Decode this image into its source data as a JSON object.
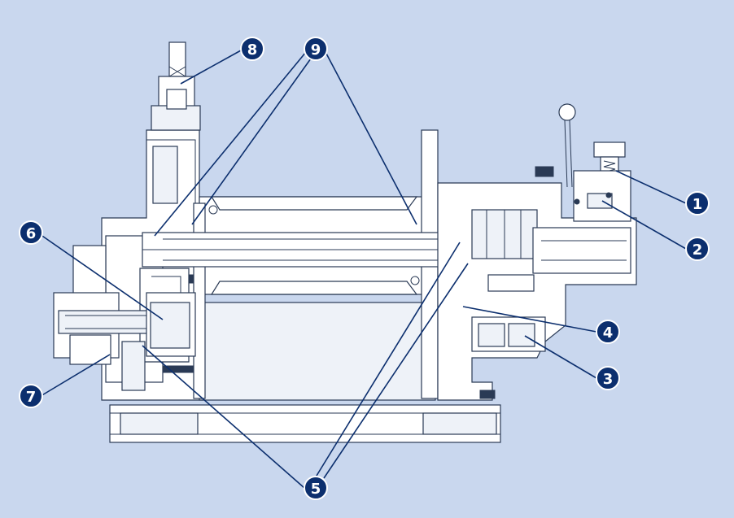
{
  "diagram": {
    "colors": {
      "background": "#c9d7ee",
      "callout_fill": "#0c2f6e",
      "callout_text": "#ffffff",
      "line": "#2a3a55",
      "part_fill": "#ffffff"
    },
    "callouts": [
      {
        "id": "1",
        "label": "1"
      },
      {
        "id": "2",
        "label": "2"
      },
      {
        "id": "3",
        "label": "3"
      },
      {
        "id": "4",
        "label": "4"
      },
      {
        "id": "5",
        "label": "5"
      },
      {
        "id": "6",
        "label": "6"
      },
      {
        "id": "7",
        "label": "7"
      },
      {
        "id": "8",
        "label": "8"
      },
      {
        "id": "9",
        "label": "9"
      }
    ]
  }
}
